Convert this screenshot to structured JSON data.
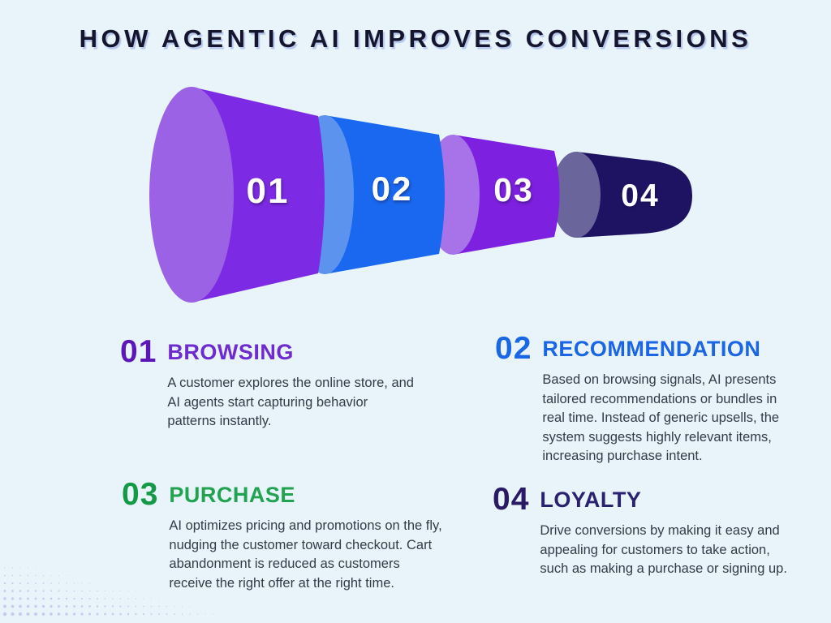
{
  "title": "HOW AGENTIC AI IMPROVES CONVERSIONS",
  "funnel": {
    "segments": [
      {
        "number": "01",
        "body_color": "#7c2ae3",
        "face_color": "#9c62e6"
      },
      {
        "number": "02",
        "body_color": "#1968ef",
        "face_color": "#5b93ee"
      },
      {
        "number": "03",
        "body_color": "#7d20df",
        "face_color": "#a873e8"
      },
      {
        "number": "04",
        "body_color": "#1e1263",
        "face_color": "#6a659a"
      }
    ]
  },
  "sections": [
    {
      "number": "01",
      "heading": "BROWSING",
      "number_color": "#5d17b9",
      "heading_color": "#6e2bd0",
      "text": "A customer explores the online store, and AI agents start capturing behavior patterns instantly."
    },
    {
      "number": "02",
      "heading": "RECOMMENDATION",
      "number_color": "#1b66e4",
      "heading_color": "#1b66e4",
      "text": "Based on browsing signals, AI presents tailored recommendations or bundles in real time. Instead of generic upsells, the system suggests highly relevant items, increasing purchase intent."
    },
    {
      "number": "03",
      "heading": "PURCHASE",
      "number_color": "#149947",
      "heading_color": "#22a351",
      "text": "AI optimizes pricing and promotions on the fly, nudging the customer toward checkout. Cart abandonment is reduced as customers receive the right offer at the right time."
    },
    {
      "number": "04",
      "heading": "LOYALTY",
      "number_color": "#2a1a66",
      "heading_color": "#2a2270",
      "text": "Drive conversions by making it easy and appealing for customers to take action, such as making a purchase or signing up."
    }
  ],
  "colors": {
    "background": "#e8f4f9",
    "title_color": "#15152e",
    "text_color": "#333b48",
    "dot_color": "#c3c7ee"
  }
}
